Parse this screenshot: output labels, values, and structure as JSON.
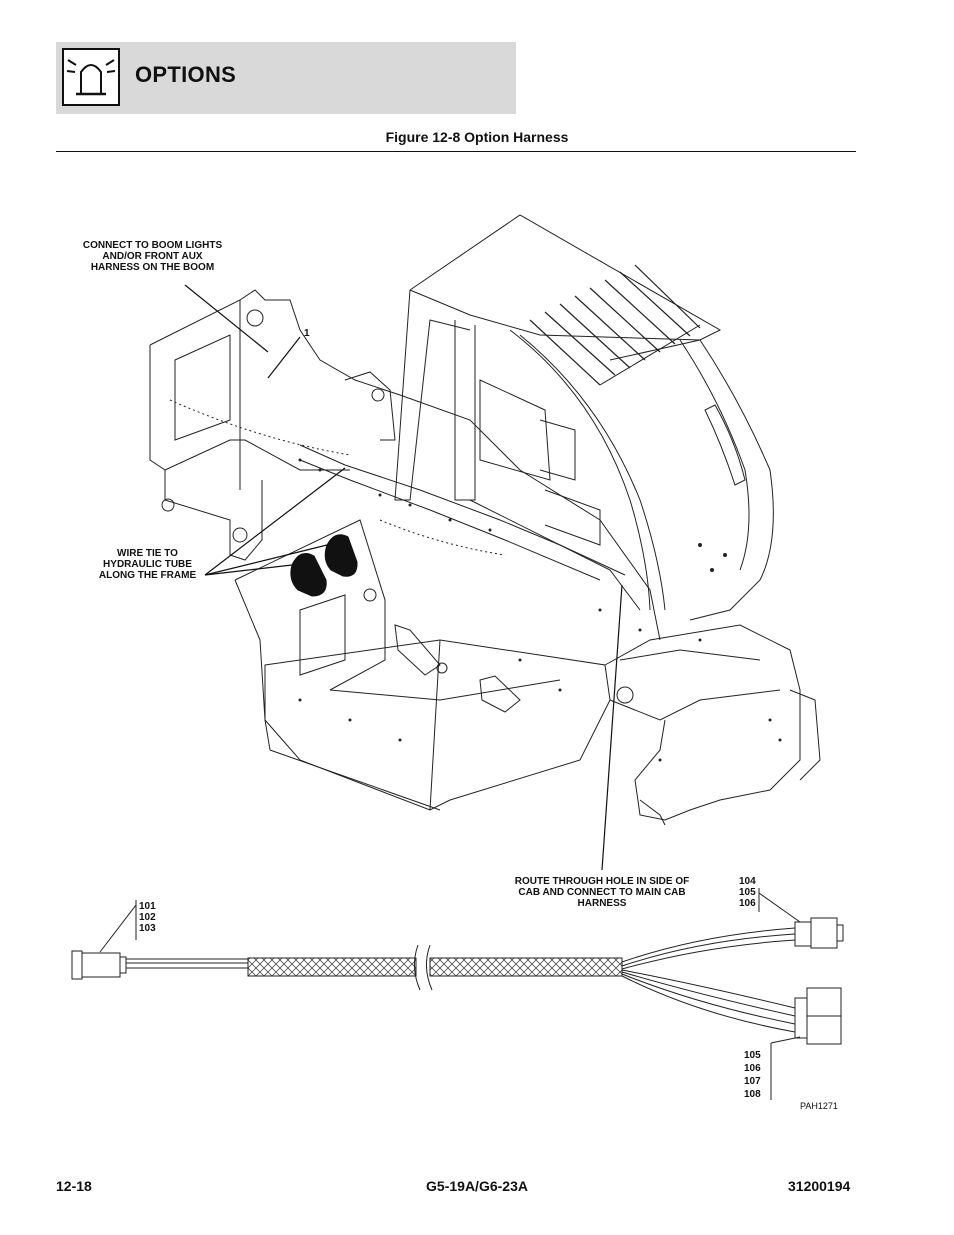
{
  "header": {
    "section_title": "OPTIONS",
    "icon": "warning-beacon-icon"
  },
  "figure": {
    "title": "Figure 12-8 Option Harness",
    "drawing_code": "PAH1271"
  },
  "callouts": {
    "boom": "CONNECT TO BOOM LIGHTS AND/OR FRONT AUX HARNESS ON THE BOOM",
    "wire_tie": "WIRE TIE TO HYDRAULIC TUBE ALONG THE FRAME",
    "route": "ROUTE THROUGH HOLE IN SIDE OF CAB AND CONNECT TO MAIN CAB HARNESS",
    "item_1": "1"
  },
  "connector_labels": {
    "left": [
      "101",
      "102",
      "103"
    ],
    "upper_right": [
      "104",
      "105",
      "106"
    ],
    "lower_right": [
      "105",
      "106",
      "107",
      "108"
    ]
  },
  "footer": {
    "page_number": "12-18",
    "model": "G5-19A/G6-23A",
    "manual_number": "31200194"
  }
}
